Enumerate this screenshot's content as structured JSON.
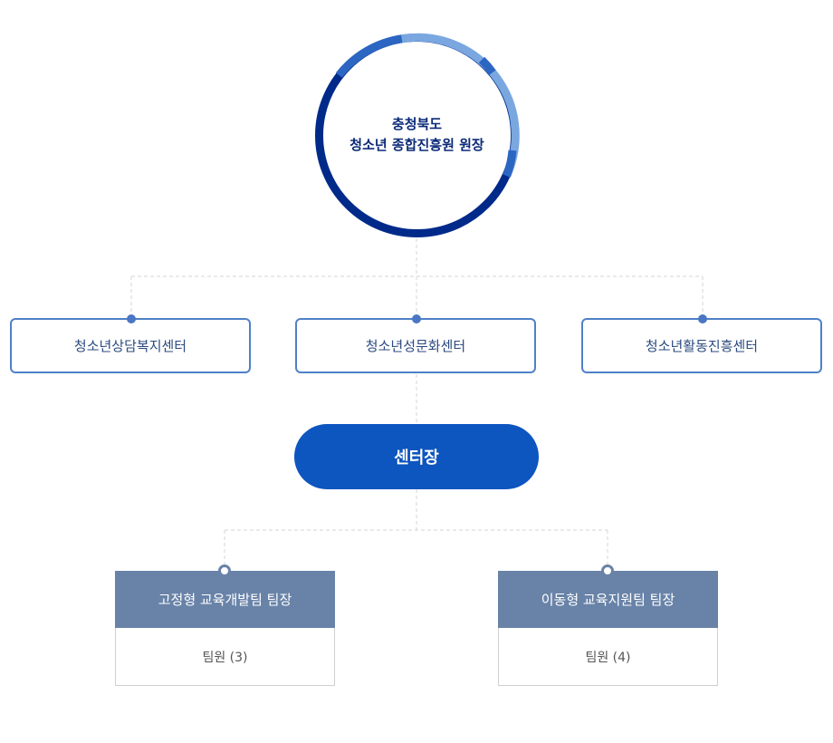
{
  "top": {
    "line1": "충청북도",
    "line2": "청소년 종합진흥원 원장"
  },
  "centers": [
    {
      "label": "청소년상담복지센터"
    },
    {
      "label": "청소년성문화센터"
    },
    {
      "label": "청소년활동진흥센터"
    }
  ],
  "director": {
    "label": "센터장"
  },
  "teams": [
    {
      "head": "고정형 교육개발팀 팀장",
      "members": "팀원 (3)"
    },
    {
      "head": "이동형 교육지원팀 팀장",
      "members": "팀원 (4)"
    }
  ],
  "colors": {
    "ring_dark": "#002a8a",
    "ring_mid": "#2b66c2",
    "ring_light": "#7aa7e0",
    "box_border": "#4f81c7",
    "pill": "#0d55bf",
    "team_head": "#6983a8",
    "connector": "#d6d6d6"
  }
}
